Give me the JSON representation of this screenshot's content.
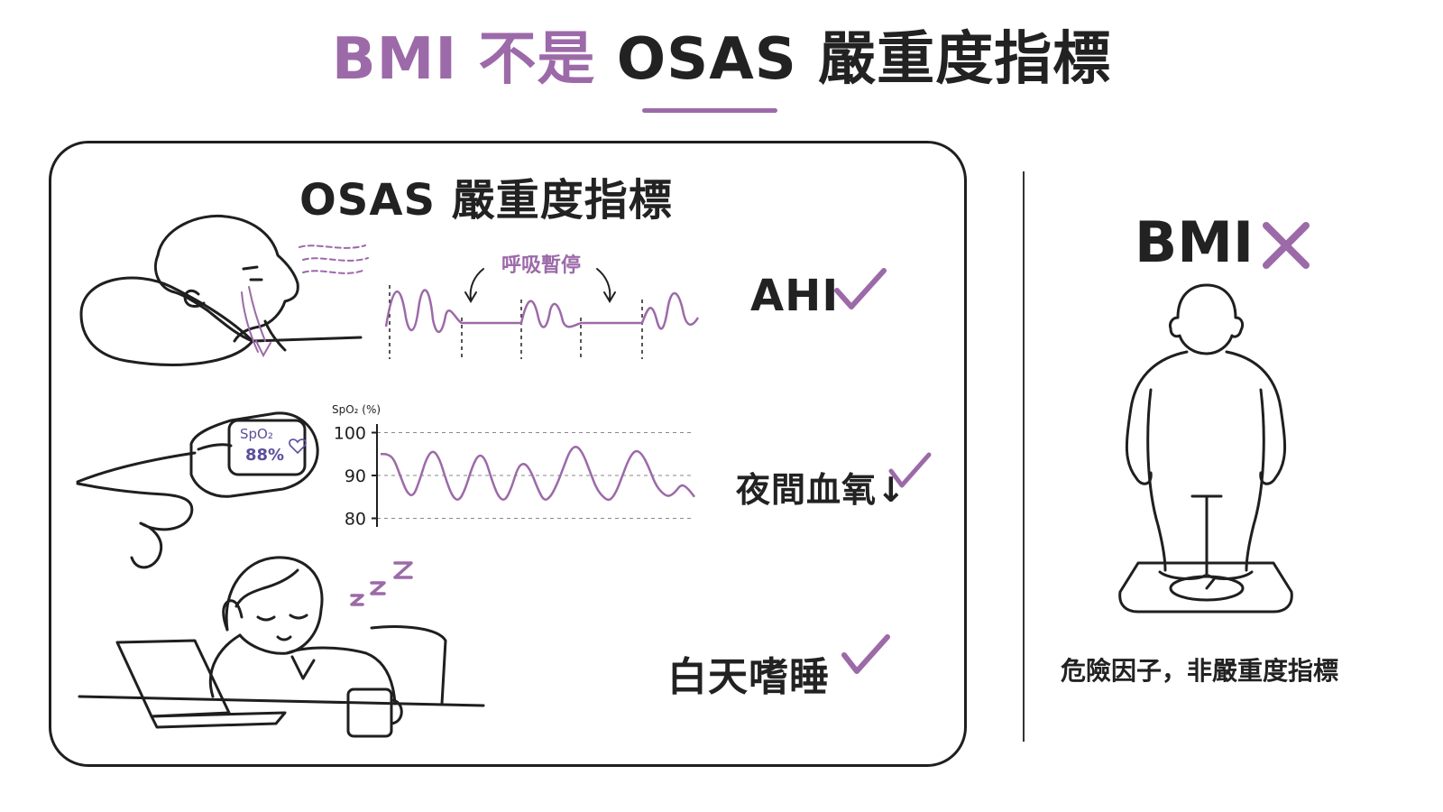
{
  "colors": {
    "accent": "#9c6aa8",
    "ink": "#222222"
  },
  "title": {
    "part1": "BMI 不是",
    "part2": "OSAS 嚴重度指標"
  },
  "panel": {
    "title": "OSAS 嚴重度指標",
    "apnea_label": "呼吸暫停",
    "oximeter": {
      "label": "SpO₂",
      "value": "88%"
    },
    "spo2_chart": {
      "axis_label": "SpO₂ (%)",
      "ticks": [
        "100",
        "90",
        "80"
      ]
    },
    "metrics": [
      {
        "label": "AHI",
        "icon": "check-icon"
      },
      {
        "label": "夜間血氧↓",
        "icon": "check-icon"
      },
      {
        "label": "白天嗜睡",
        "icon": "check-icon"
      }
    ]
  },
  "bmi": {
    "label": "BMI",
    "icon": "cross-icon",
    "caption": "危險因子，非嚴重度指標"
  },
  "chart_data": {
    "type": "line",
    "title": "",
    "ylabel": "SpO₂ (%)",
    "xlabel": "",
    "ylim": [
      78,
      102
    ],
    "yticks": [
      100,
      90,
      80
    ],
    "grid": true,
    "x": [
      0,
      1,
      2,
      3,
      4,
      5,
      6,
      7,
      8,
      9,
      10,
      11,
      12,
      13,
      14,
      15,
      16,
      17,
      18,
      19,
      20,
      21,
      22,
      23,
      24,
      25,
      26,
      27,
      28,
      29,
      30,
      31,
      32,
      33,
      34,
      35,
      36,
      37,
      38,
      39,
      40,
      41,
      42,
      43,
      44,
      45,
      46,
      47,
      48
    ],
    "series": [
      {
        "values": [
          95,
          95,
          94,
          90,
          86,
          85,
          89,
          94,
          96,
          94,
          89,
          85,
          84,
          87,
          92,
          95,
          94,
          89,
          85,
          84,
          87,
          92,
          93,
          91,
          87,
          84,
          85,
          88,
          92,
          96,
          97,
          95,
          91,
          87,
          85,
          84,
          86,
          90,
          94,
          96,
          95,
          92,
          88,
          86,
          85,
          86,
          88,
          87,
          85
        ]
      }
    ]
  }
}
